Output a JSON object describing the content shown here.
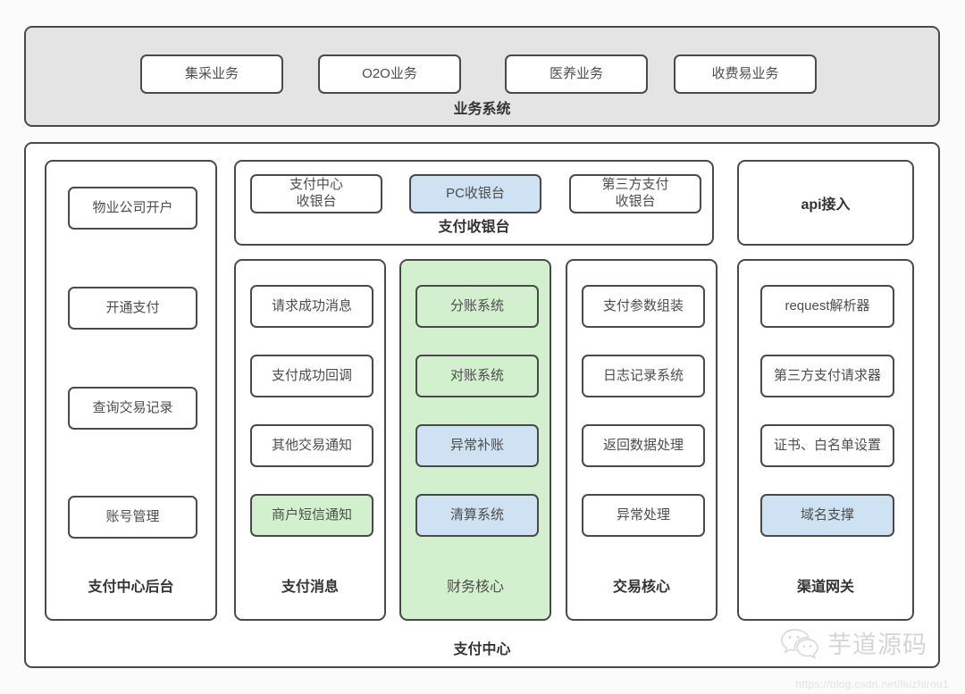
{
  "colors": {
    "page_background": "#fbfbfb",
    "panel_border": "#4a4a4a",
    "business_system_fill": "#e4e4e4",
    "highlight_blue": "#cfe2f3",
    "highlight_green": "#d3f0ce",
    "text": "#4d4d4d"
  },
  "business_system": {
    "title": "业务系统",
    "items": [
      {
        "label": "集采业务"
      },
      {
        "label": "O2O业务"
      },
      {
        "label": "医养业务"
      },
      {
        "label": "收费易业务"
      }
    ]
  },
  "payment_center": {
    "title": "支付中心",
    "backend": {
      "title": "支付中心后台",
      "items": [
        {
          "label": "物业公司开户"
        },
        {
          "label": "开通支付"
        },
        {
          "label": "查询交易记录"
        },
        {
          "label": "账号管理"
        }
      ]
    },
    "cashier": {
      "title": "支付收银台",
      "items": [
        {
          "label": "支付中心\n收银台",
          "fill": "none"
        },
        {
          "label": "PC收银台",
          "fill": "blue"
        },
        {
          "label": "第三方支付\n收银台",
          "fill": "none"
        }
      ]
    },
    "message": {
      "title": "支付消息",
      "items": [
        {
          "label": "请求成功消息",
          "fill": "none"
        },
        {
          "label": "支付成功回调",
          "fill": "none"
        },
        {
          "label": "其他交易通知",
          "fill": "none"
        },
        {
          "label": "商户短信通知",
          "fill": "green"
        }
      ]
    },
    "finance": {
      "title": "财务核心",
      "items": [
        {
          "label": "分账系统",
          "fill": "green"
        },
        {
          "label": "对账系统",
          "fill": "green"
        },
        {
          "label": "异常补账",
          "fill": "blue"
        },
        {
          "label": "清算系统",
          "fill": "blue"
        }
      ]
    },
    "trade": {
      "title": "交易核心",
      "items": [
        {
          "label": "支付参数组装",
          "fill": "none"
        },
        {
          "label": "日志记录系统",
          "fill": "none"
        },
        {
          "label": "返回数据处理",
          "fill": "none"
        },
        {
          "label": "异常处理",
          "fill": "none"
        }
      ]
    },
    "api": {
      "label": "api接入"
    },
    "gateway": {
      "title": "渠道网关",
      "items": [
        {
          "label": "request解析器",
          "fill": "none"
        },
        {
          "label": "第三方支付请求器",
          "fill": "none"
        },
        {
          "label": "证书、白名单设置",
          "fill": "none"
        },
        {
          "label": "域名支撑",
          "fill": "blue"
        }
      ]
    }
  },
  "watermark": {
    "brand": "芋道源码",
    "icon": "wechat-icon",
    "source_url": "https://blog.csdn.net/liuzhirou1"
  }
}
